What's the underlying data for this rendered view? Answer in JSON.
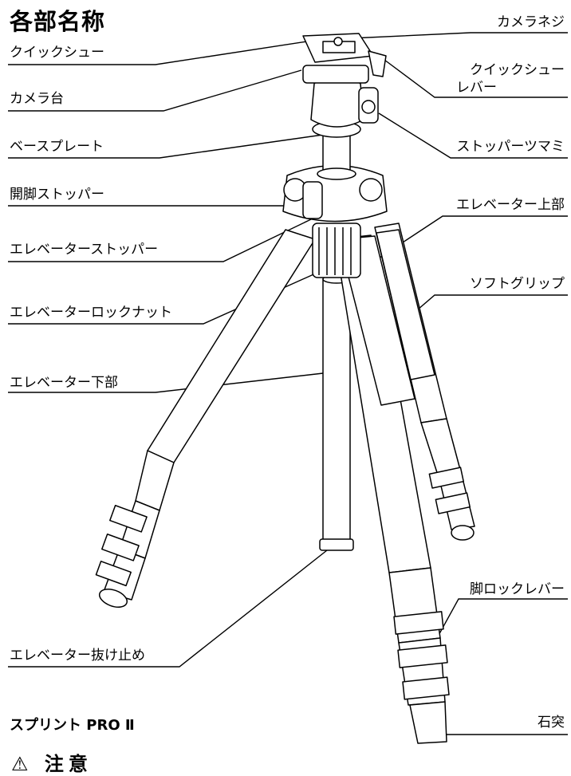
{
  "title": "各部名称",
  "model_name": "スプリント PRO Ⅱ",
  "notice_heading": "⚠ 注意",
  "parts": {
    "quick_shoe": "クイックシュー",
    "camera_stand": "カメラ台",
    "base_plate": "ベースプレート",
    "leg_angle_stopper": "開脚ストッパー",
    "elevator_stopper": "エレベーターストッパー",
    "elevator_lock_nut": "エレベーターロックナット",
    "elevator_lower": "エレベーター下部",
    "elevator_stop": "エレベーター抜け止め",
    "camera_screw": "カメラネジ",
    "quick_shoe_lever_1": "クイックシュー",
    "quick_shoe_lever_2": "レバー",
    "stopper_knob": "ストッパーツマミ",
    "elevator_upper": "エレベーター上部",
    "soft_grip": "ソフトグリップ",
    "leg_lock_lever": "脚ロックレバー",
    "foot_tip": "石突"
  }
}
